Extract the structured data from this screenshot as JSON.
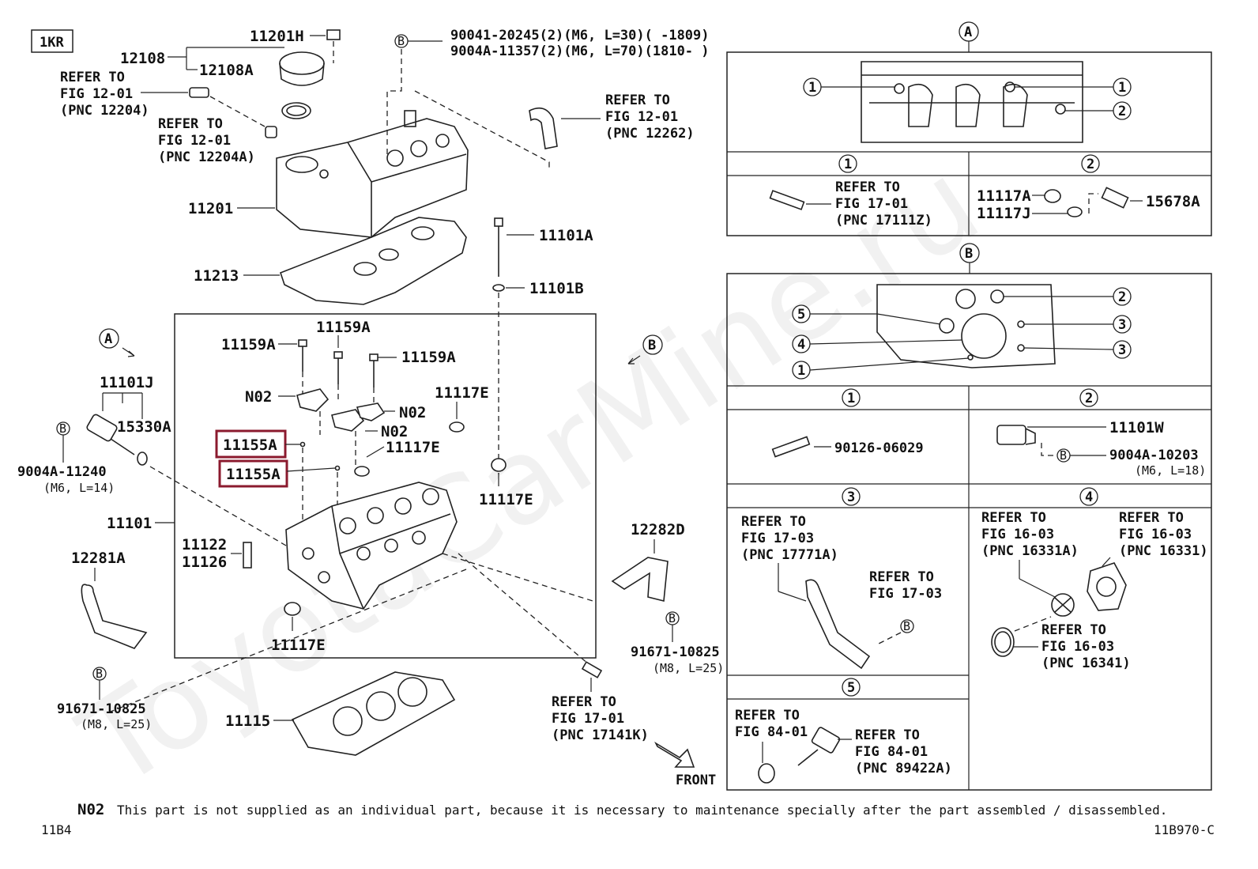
{
  "engine_code": "1KR",
  "watermark": "ToyotaCarMine.ru",
  "main_labels": {
    "p11201h": "11201H",
    "p12108": "12108",
    "p12108a": "12108A",
    "p11201": "11201",
    "p11213": "11213",
    "p11101a": "11101A",
    "p11101b": "11101B",
    "p11159a_1": "11159A",
    "p11159a_2": "11159A",
    "p11159a_3": "11159A",
    "p11101j": "11101J",
    "p15330a": "15330A",
    "p9004a_11240": "9004A-11240",
    "p9004a_11240_spec": "(M6, L=14)",
    "n02_1": "N02",
    "n02_2": "N02",
    "n02_3": "N02",
    "p11117e_1": "11117E",
    "p11117e_2": "11117E",
    "p11117e_3": "11117E",
    "p11117e_4": "11117E",
    "p11155a_1": "11155A",
    "p11155a_2": "11155A",
    "p11101": "11101",
    "p11122": "11122",
    "p11126": "11126",
    "p12281a": "12281A",
    "p12282d": "12282D",
    "p91671_left": "91671-10825",
    "p91671_left_spec": "(M8, L=25)",
    "p91671_right": "91671-10825",
    "p91671_right_spec": "(M8, L=25)",
    "p11115": "11115",
    "front": "FRONT",
    "bolt_line1": "90041-20245(2)(M6, L=30)(     -1809)",
    "bolt_line2": "9004A-11357(2)(M6, L=70)(1810-     )"
  },
  "refer_notes": {
    "r12204_1": "REFER TO",
    "r12204_2": "FIG 12-01",
    "r12204_3": "(PNC 12204)",
    "r12204a_1": "REFER TO",
    "r12204a_2": "FIG 12-01",
    "r12204a_3": "(PNC 12204A)",
    "r12262_1": "REFER TO",
    "r12262_2": "FIG 12-01",
    "r12262_3": "(PNC 12262)",
    "r17141k_1": "REFER TO",
    "r17141k_2": "FIG 17-01",
    "r17141k_3": "(PNC 17141K)"
  },
  "callouts": {
    "A": "A",
    "B": "B",
    "B_small": "B"
  },
  "panel_a": {
    "key": "A",
    "items": [
      "1",
      "1",
      "2"
    ],
    "sub1": {
      "num": "1",
      "ref1": "REFER TO",
      "ref2": "FIG 17-01",
      "ref3": "(PNC 17111Z)"
    },
    "sub2": {
      "num": "2",
      "p11117a": "11117A",
      "p11117j": "11117J",
      "p15678a": "15678A"
    }
  },
  "panel_b": {
    "key": "B",
    "items": [
      "5",
      "4",
      "1",
      "2",
      "3",
      "3"
    ],
    "sub1": {
      "num": "1",
      "part": "90126-06029"
    },
    "sub2": {
      "num": "2",
      "part": "11101W",
      "bolt": "9004A-10203",
      "bolt_spec": "(M6, L=18)"
    },
    "sub3": {
      "num": "3",
      "refA1": "REFER TO",
      "refA2": "FIG 17-03",
      "refA3": "(PNC 17771A)",
      "refB1": "REFER TO",
      "refB2": "FIG 17-03"
    },
    "sub4": {
      "num": "4",
      "refA1": "REFER TO",
      "refA2": "FIG 16-03",
      "refA3": "(PNC 16331A)",
      "refB1": "REFER TO",
      "refB2": "FIG 16-03",
      "refB3": "(PNC 16331)",
      "refC1": "REFER TO",
      "refC2": "FIG 16-03",
      "refC3": "(PNC 16341)"
    },
    "sub5": {
      "num": "5",
      "refA1": "REFER TO",
      "refA2": "FIG 84-01",
      "refB1": "REFER TO",
      "refB2": "FIG 84-01",
      "refB3": "(PNC 89422A)"
    }
  },
  "footer": {
    "code": "N02",
    "note": "This part is not supplied as an individual part, because it is necessary to maintenance specially after the part assembled / disassembled.",
    "page_left": "11B4",
    "page_right": "11B970-C"
  },
  "colors": {
    "highlight": "#8b1a2e",
    "ink": "#222222"
  }
}
